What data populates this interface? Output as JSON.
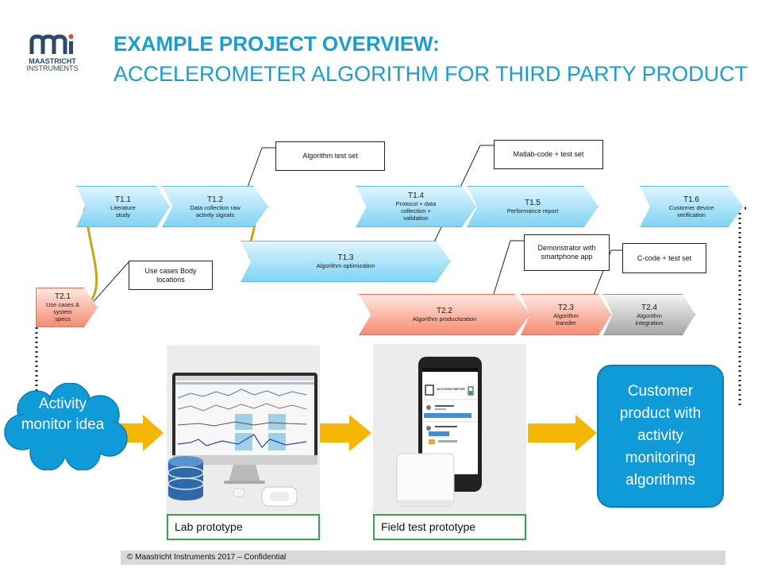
{
  "logo": {
    "line1": "MAASTRICHT",
    "line2": "INSTRUMENTS",
    "color": "#2b4a6b",
    "accent": "#e24a2b"
  },
  "title": {
    "line1": "EXAMPLE PROJECT OVERVIEW:",
    "line2": "ACCELEROMETER ALGORITHM FOR THIRD PARTY PRODUCT"
  },
  "tasks": {
    "t11": {
      "code": "T1.1",
      "desc": "Literature study"
    },
    "t12": {
      "code": "T1.2",
      "desc": "Data collection raw activity signals"
    },
    "t13": {
      "code": "T1.3",
      "desc": "Algorithm  optimization"
    },
    "t14": {
      "code": "T1.4",
      "desc": "Protocol + data collection + validation"
    },
    "t15": {
      "code": "T1.5",
      "desc": "Performance  report"
    },
    "t16": {
      "code": "T1.6",
      "desc": "Customer device verification"
    },
    "t21": {
      "code": "T2.1",
      "desc": "Use cases & system specs"
    },
    "t22": {
      "code": "T2.2",
      "desc": "Algorithm  productization"
    },
    "t23": {
      "code": "T2.3",
      "desc": "Algorithm transfer"
    },
    "t24": {
      "code": "T2.4",
      "desc": "Algorithm integration"
    }
  },
  "notes": {
    "algorithm_test_set": "Algorithm test set",
    "matlab_code": "Matlab-code + test set",
    "use_cases": "Use cases Body locations",
    "demonstrator": "Demonstrator with smartphone app",
    "c_code": "C-code + test set"
  },
  "cloud": {
    "text": "Activity monitor idea"
  },
  "prototypes": {
    "lab": "Lab prototype",
    "field": "Field test prototype"
  },
  "customer": {
    "text": "Customer product with activity monitoring algorithms"
  },
  "phone": {
    "app_title": "ACTIVITEITMETER"
  },
  "footer": {
    "text": "© Maastricht Instruments 2017 – Confidential"
  },
  "colors": {
    "title": "#1a9ed0",
    "blue_task": "#7fd4f3",
    "red_task": "#f58c73",
    "grey_task": "#a6a6a6",
    "arrow": "#f5b700",
    "curve": "#c9a21a",
    "customer": "#0f9bd7",
    "prototype_border": "#3ca04c"
  }
}
